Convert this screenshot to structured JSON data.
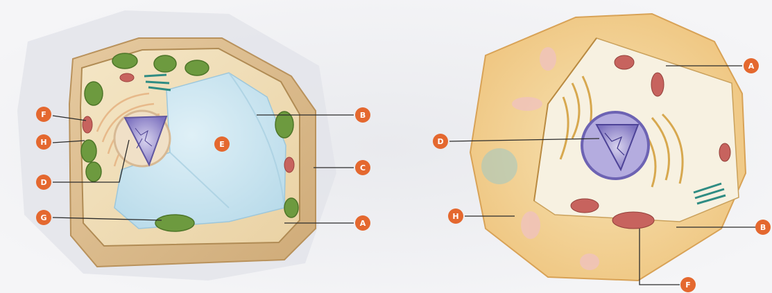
{
  "colors": {
    "marker_fill": "#e4682f",
    "marker_text": "#ffffff",
    "leader_line": "#2b2b2b",
    "plant_wall": "#d9b985",
    "animal_cytoplasm": "#f3d28f",
    "vacuole": "#cfe6f1",
    "nucleus": "#9c92d0",
    "chloroplast": "#6d9a3f",
    "mitochondrion": "#c7635e"
  },
  "diagrams": [
    {
      "id": "plant-cell",
      "labels": [
        {
          "id": "F",
          "text": "F"
        },
        {
          "id": "H",
          "text": "H"
        },
        {
          "id": "D",
          "text": "D"
        },
        {
          "id": "G",
          "text": "G"
        },
        {
          "id": "B",
          "text": "B"
        },
        {
          "id": "C",
          "text": "C"
        },
        {
          "id": "A",
          "text": "A"
        },
        {
          "id": "E",
          "text": "E"
        }
      ]
    },
    {
      "id": "animal-cell",
      "labels": [
        {
          "id": "A",
          "text": "A"
        },
        {
          "id": "D",
          "text": "D"
        },
        {
          "id": "H",
          "text": "H"
        },
        {
          "id": "B",
          "text": "B"
        },
        {
          "id": "F",
          "text": "F"
        }
      ]
    }
  ]
}
